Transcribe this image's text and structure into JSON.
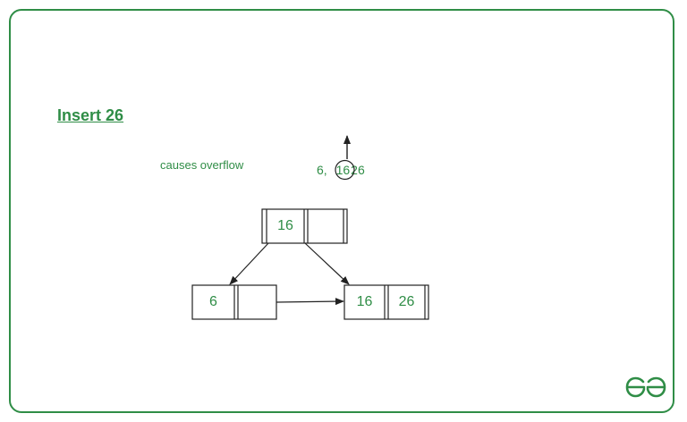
{
  "title": "Insert 26",
  "note": "causes overflow",
  "overflow_keys": [
    "6,",
    "16",
    "26"
  ],
  "root": {
    "keys": [
      "16",
      ""
    ]
  },
  "leaves": [
    {
      "keys": [
        "6",
        ""
      ]
    },
    {
      "keys": [
        "16",
        "26"
      ]
    }
  ],
  "colors": {
    "accent": "#2f8d46",
    "stroke": "#222222"
  },
  "logo": {
    "icon": "geeksforgeeks-logo-icon"
  }
}
